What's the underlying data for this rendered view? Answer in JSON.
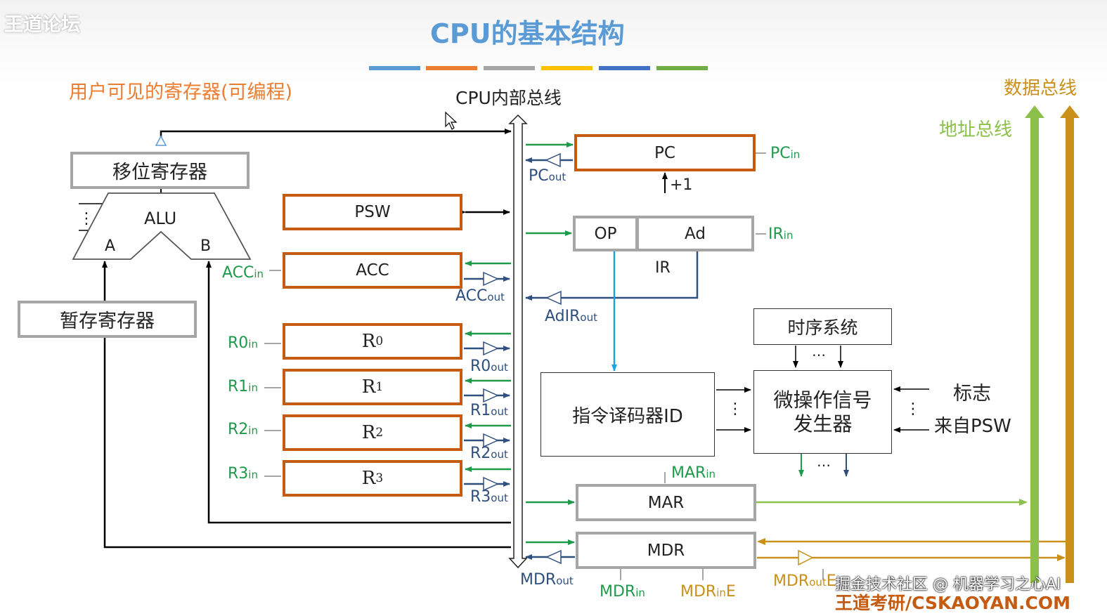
{
  "watermark_top": "王道论坛",
  "title": "CPU的基本结构",
  "title_bar_colors": [
    "#5b9bd5",
    "#ed7d31",
    "#a5a5a5",
    "#ffc000",
    "#4472c4",
    "#70ad47"
  ],
  "user_visible_label": "用户可见的寄存器(可编程)",
  "internal_bus_label": "CPU内部总线",
  "data_bus_label": "数据总线",
  "address_bus_label": "地址总线",
  "shift_register": "移位寄存器",
  "temp_register": "暂存寄存器",
  "alu": {
    "label": "ALU",
    "a": "A",
    "b": "B",
    "dots": "⋮"
  },
  "psw": "PSW",
  "acc": "ACC",
  "registers": [
    {
      "name": "R",
      "sub": "0",
      "in": "R0",
      "out": "R0"
    },
    {
      "name": "R",
      "sub": "1",
      "in": "R1",
      "out": "R1"
    },
    {
      "name": "R",
      "sub": "2",
      "in": "R2",
      "out": "R2"
    },
    {
      "name": "R",
      "sub": "3",
      "in": "R3",
      "out": "R3"
    }
  ],
  "in_suffix": "in",
  "out_suffix": "out",
  "pc": "PC",
  "plus_one": "+1",
  "ir": {
    "op": "OP",
    "ad": "Ad",
    "label": "IR"
  },
  "signals": {
    "acc_in": "ACC",
    "acc_out": "ACC",
    "pc_in": "PC",
    "pc_out": "PC",
    "ir_in": "IR",
    "adir_out": "AdIR",
    "mar_in": "MAR",
    "mdr_out": "MDR",
    "mdr_in": "MDR",
    "mdr_ine": "MDR",
    "mdr_oute": "MDR",
    "e_suffix": "E"
  },
  "timing_system": "时序系统",
  "decoder": "指令译码器ID",
  "micro_op_line1": "微操作信号",
  "micro_op_line2": "发生器",
  "flags_line1": "标志",
  "flags_line2": "来自PSW",
  "ellipsis": "…",
  "vdots": "⋮",
  "mar": "MAR",
  "mdr": "MDR",
  "credit": "掘金技术社区 @ 机器学习之心AI",
  "footer_watermark": "王道考研/CSKAOYAN.COM"
}
